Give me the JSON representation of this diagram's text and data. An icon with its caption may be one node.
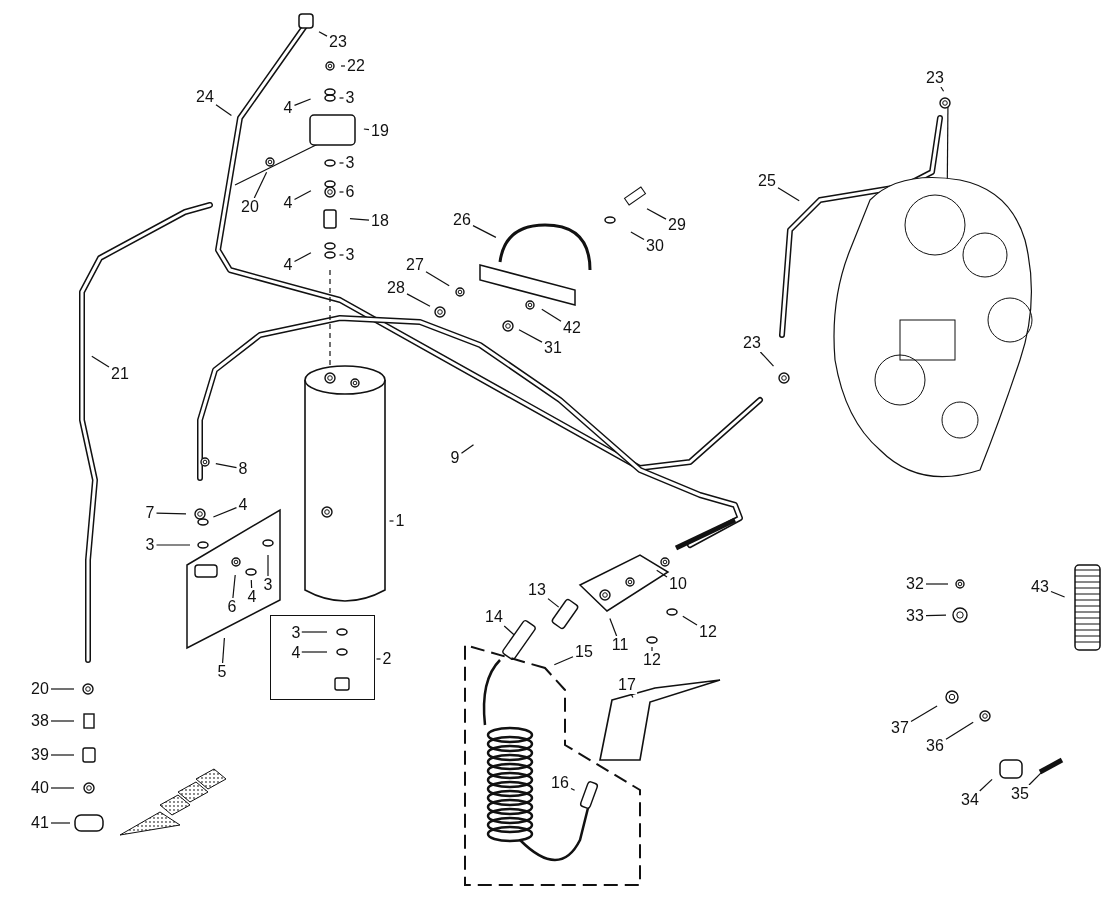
{
  "diagram": {
    "nodes": [
      {
        "text": [
          "23"
        ]
      },
      {
        "text": [
          "22"
        ]
      },
      {
        "text": [
          "24"
        ]
      },
      {
        "text": [
          "4"
        ]
      },
      {
        "text": [
          "3"
        ]
      },
      {
        "text": [
          "19"
        ]
      },
      {
        "text": [
          "20"
        ]
      },
      {
        "text": [
          "3"
        ]
      },
      {
        "text": [
          "4"
        ]
      },
      {
        "text": [
          "6"
        ]
      },
      {
        "text": [
          "18"
        ]
      },
      {
        "text": [
          "4"
        ]
      },
      {
        "text": [
          "3"
        ]
      },
      {
        "text": [
          "23"
        ]
      },
      {
        "text": [
          "25"
        ]
      },
      {
        "text": [
          "26"
        ]
      },
      {
        "text": [
          "29"
        ]
      },
      {
        "text": [
          "30"
        ]
      },
      {
        "text": [
          "27"
        ]
      },
      {
        "text": [
          "28"
        ]
      },
      {
        "text": [
          "42"
        ]
      },
      {
        "text": [
          "31"
        ]
      },
      {
        "text": [
          "23"
        ]
      },
      {
        "text": [
          "21"
        ]
      },
      {
        "text": [
          "9"
        ]
      },
      {
        "text": [
          "8"
        ]
      },
      {
        "text": [
          "7"
        ]
      },
      {
        "text": [
          "4"
        ]
      },
      {
        "text": [
          "3"
        ]
      },
      {
        "text": [
          "1"
        ]
      },
      {
        "text": [],
        "shape": "parallelogram"
      },
      {
        "text": [
          "6"
        ],
        "in": 30
      },
      {
        "text": [
          "4"
        ],
        "in": 30
      },
      {
        "text": [
          "3"
        ],
        "in": 30
      },
      {
        "text": [
          "5"
        ]
      },
      {
        "text": [],
        "shape": "box"
      },
      {
        "text": [
          "3"
        ],
        "in": 35
      },
      {
        "text": [
          "4"
        ],
        "in": 35
      },
      {
        "text": [
          "2"
        ]
      },
      {
        "text": [],
        "shape": "parallelogram"
      },
      {
        "text": [
          "13"
        ]
      },
      {
        "text": [
          "14"
        ]
      },
      {
        "text": [
          "10"
        ]
      },
      {
        "text": [
          "11"
        ]
      },
      {
        "text": [
          "12"
        ]
      },
      {
        "text": [
          "12"
        ]
      },
      {
        "text": [
          "15"
        ]
      },
      {
        "text": [
          "17"
        ]
      },
      {
        "text": [
          "16"
        ]
      },
      {
        "text": [
          "32"
        ]
      },
      {
        "text": [
          "43"
        ]
      },
      {
        "text": [
          "33"
        ]
      },
      {
        "text": [
          "37"
        ]
      },
      {
        "text": [
          "36"
        ]
      },
      {
        "text": [
          "34"
        ]
      },
      {
        "text": [
          "35"
        ]
      },
      {
        "text": [
          "20"
        ]
      },
      {
        "text": [
          "38"
        ]
      },
      {
        "text": [
          "39"
        ]
      },
      {
        "text": [
          "40"
        ]
      },
      {
        "text": [
          "41"
        ]
      }
    ],
    "edges": [
      {
        "from": 0,
        "to": null,
        "arrow": "none"
      },
      {
        "from": 1,
        "to": null,
        "arrow": "none"
      },
      {
        "from": 2,
        "to": null,
        "arrow": "none"
      },
      {
        "from": 3,
        "to": null,
        "arrow": "none"
      },
      {
        "from": 4,
        "to": null,
        "arrow": "none"
      },
      {
        "from": 5,
        "to": null,
        "arrow": "none"
      },
      {
        "from": 6,
        "to": null,
        "arrow": "none"
      },
      {
        "from": 7,
        "to": null,
        "arrow": "none"
      },
      {
        "from": 8,
        "to": null,
        "arrow": "none"
      },
      {
        "from": 9,
        "to": null,
        "arrow": "none"
      },
      {
        "from": 10,
        "to": null,
        "arrow": "none"
      },
      {
        "from": 11,
        "to": null,
        "arrow": "none"
      },
      {
        "from": 12,
        "to": null,
        "arrow": "none"
      },
      {
        "from": 13,
        "to": null,
        "arrow": "none"
      },
      {
        "from": 14,
        "to": null,
        "arrow": "none"
      },
      {
        "from": 15,
        "to": null,
        "arrow": "none"
      },
      {
        "from": 16,
        "to": null,
        "arrow": "none"
      },
      {
        "from": 17,
        "to": null,
        "arrow": "none"
      },
      {
        "from": 18,
        "to": null,
        "arrow": "none"
      },
      {
        "from": 19,
        "to": null,
        "arrow": "none"
      },
      {
        "from": 20,
        "to": null,
        "arrow": "none"
      },
      {
        "from": 21,
        "to": null,
        "arrow": "none"
      },
      {
        "from": 22,
        "to": null,
        "arrow": "none"
      },
      {
        "from": 23,
        "to": null,
        "arrow": "none"
      },
      {
        "from": 24,
        "to": null,
        "arrow": "none"
      },
      {
        "from": 25,
        "to": null,
        "arrow": "none"
      },
      {
        "from": 26,
        "to": null,
        "arrow": "none"
      },
      {
        "from": 27,
        "to": null,
        "arrow": "none"
      },
      {
        "from": 28,
        "to": 30,
        "arrow": "none"
      },
      {
        "from": 29,
        "to": null,
        "arrow": "none"
      },
      {
        "from": 31,
        "to": 30,
        "arrow": "none"
      },
      {
        "from": 32,
        "to": 30,
        "arrow": "none"
      },
      {
        "from": 33,
        "to": 30,
        "arrow": "none"
      },
      {
        "from": 34,
        "to": 30,
        "arrow": "none"
      },
      {
        "from": 36,
        "to": null,
        "arrow": "none"
      },
      {
        "from": 37,
        "to": null,
        "arrow": "none"
      },
      {
        "from": 38,
        "to": 35,
        "arrow": "none"
      },
      {
        "from": 40,
        "to": null,
        "arrow": "none"
      },
      {
        "from": 41,
        "to": null,
        "arrow": "none"
      },
      {
        "from": 42,
        "to": 39,
        "arrow": "none"
      },
      {
        "from": 43,
        "to": 39,
        "arrow": "none"
      },
      {
        "from": 44,
        "to": null,
        "arrow": "none"
      },
      {
        "from": 45,
        "to": null,
        "arrow": "none"
      },
      {
        "from": 46,
        "to": null,
        "arrow": "none"
      },
      {
        "from": 47,
        "to": null,
        "arrow": "none"
      },
      {
        "from": 48,
        "to": null,
        "arrow": "none"
      },
      {
        "from": 49,
        "to": null,
        "arrow": "none"
      },
      {
        "from": 50,
        "to": null,
        "arrow": "none"
      },
      {
        "from": 51,
        "to": null,
        "arrow": "none"
      },
      {
        "from": 52,
        "to": null,
        "arrow": "none"
      },
      {
        "from": 53,
        "to": null,
        "arrow": "none"
      },
      {
        "from": 54,
        "to": null,
        "arrow": "none"
      },
      {
        "from": 55,
        "to": null,
        "arrow": "none"
      },
      {
        "from": 56,
        "to": null,
        "arrow": "none"
      },
      {
        "from": 57,
        "to": null,
        "arrow": "none"
      },
      {
        "from": 58,
        "to": null,
        "arrow": "none"
      },
      {
        "from": 59,
        "to": null,
        "arrow": "none"
      },
      {
        "from": 60,
        "to": null,
        "arrow": "none"
      }
    ]
  }
}
